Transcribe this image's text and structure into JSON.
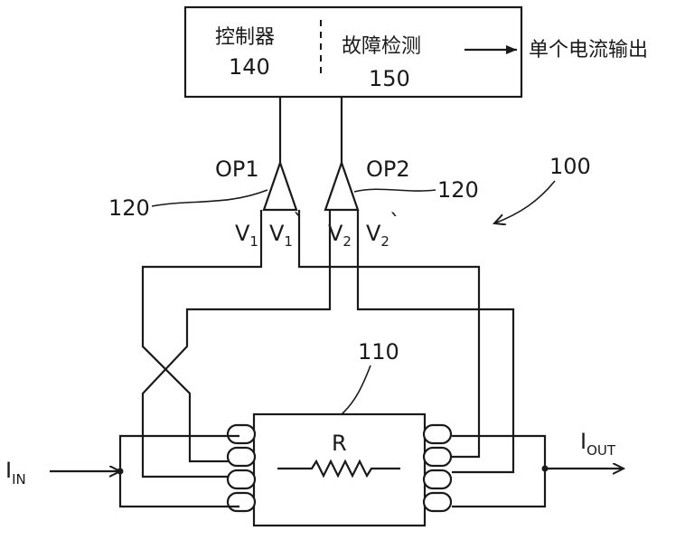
{
  "controller": {
    "label": "控制器",
    "number": "140"
  },
  "fault_detect": {
    "label": "故障检测",
    "number": "150"
  },
  "output_label": "单个电流输出",
  "op1": {
    "label": "OP1"
  },
  "op2": {
    "label": "OP2"
  },
  "amp_ref_left": "120",
  "amp_ref_right": "120",
  "module_ref": "100",
  "resistor_ref": "110",
  "resistor_label": "R",
  "voltages": {
    "v1": {
      "main": "V",
      "sub": "1"
    },
    "v1p": {
      "main": "V",
      "sub": "1",
      "prime": "`"
    },
    "v2": {
      "main": "V",
      "sub": "2"
    },
    "v2p": {
      "main": "V",
      "sub": "2",
      "prime": "`"
    }
  },
  "current_in": {
    "main": "I",
    "sub": "IN"
  },
  "current_out": {
    "main": "I",
    "sub": "OUT"
  }
}
